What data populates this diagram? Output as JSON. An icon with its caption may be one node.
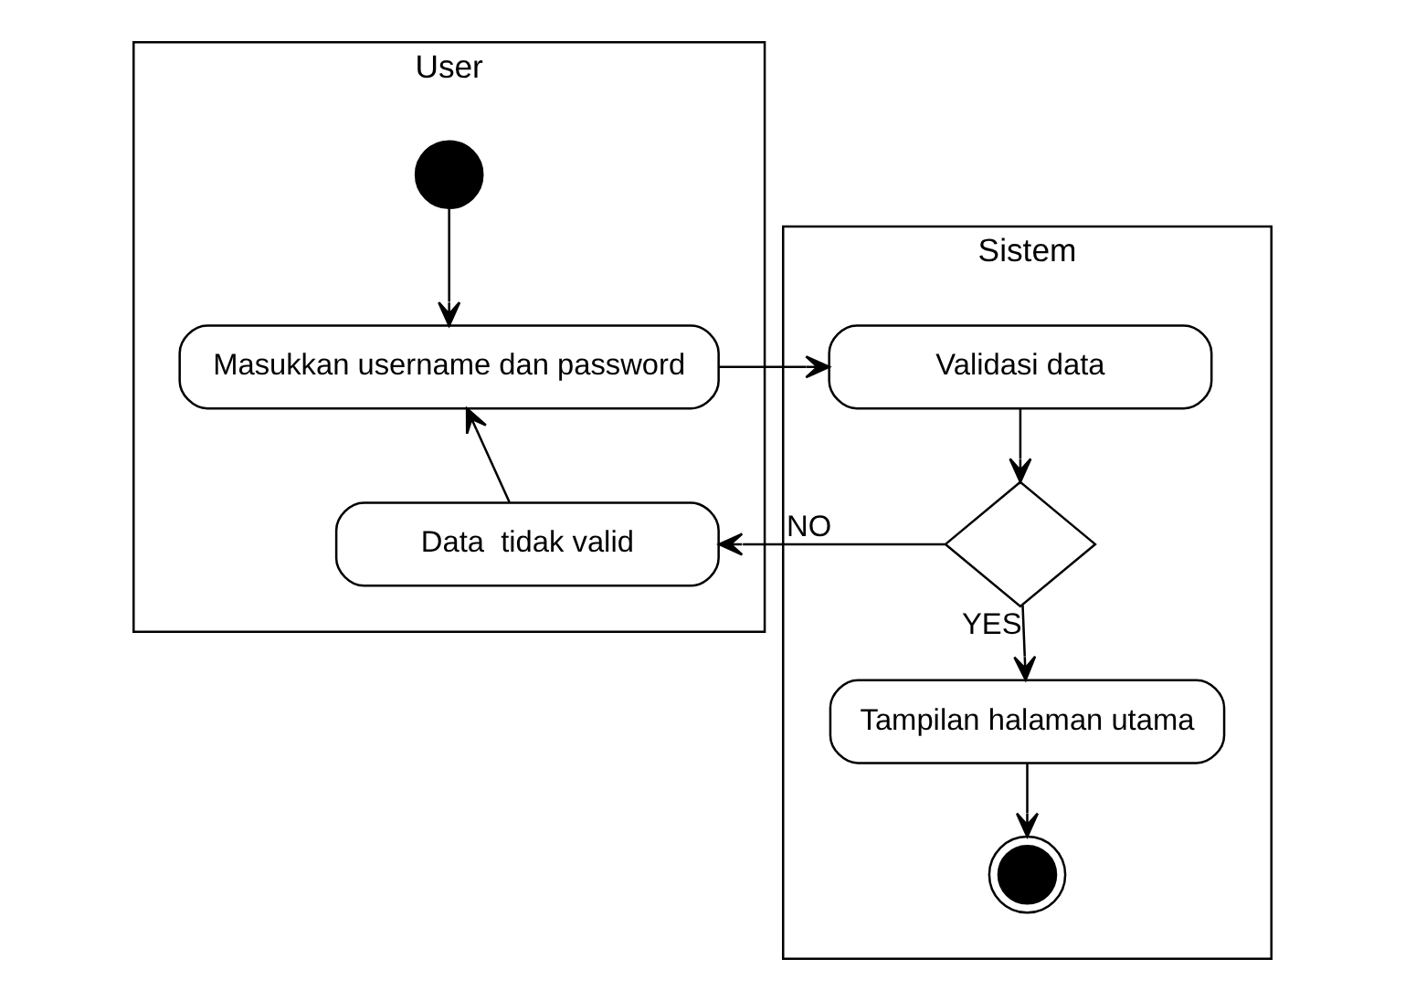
{
  "diagram": {
    "nodes": [
      {
        "text": [
          "User"
        ]
      },
      {
        "text": [
          "Sistem"
        ]
      },
      {
        "text": [],
        "shape": "circle",
        "in": 0
      },
      {
        "text": [
          "Masukkan username dan password"
        ],
        "in": 0
      },
      {
        "text": [
          "Data  tidak valid"
        ],
        "in": 0
      },
      {
        "text": [
          "Validasi data"
        ],
        "in": 1
      },
      {
        "text": [],
        "shape": "diamond",
        "in": 1
      },
      {
        "text": [
          "Tampilan halaman utama"
        ],
        "in": 1
      },
      {
        "text": [],
        "shape": "bullseye",
        "in": 1
      }
    ],
    "edges": [
      {
        "from": 2,
        "to": 3,
        "arrow": "to"
      },
      {
        "from": 3,
        "to": 5,
        "arrow": "to"
      },
      {
        "from": 5,
        "to": 6,
        "arrow": "to"
      },
      {
        "from": 6,
        "to": 4,
        "arrow": "to",
        "label": "NO"
      },
      {
        "from": 4,
        "to": 3,
        "arrow": "to"
      },
      {
        "from": 6,
        "to": 7,
        "arrow": "to",
        "label": "YES"
      },
      {
        "from": 7,
        "to": 8,
        "arrow": "to"
      }
    ]
  }
}
